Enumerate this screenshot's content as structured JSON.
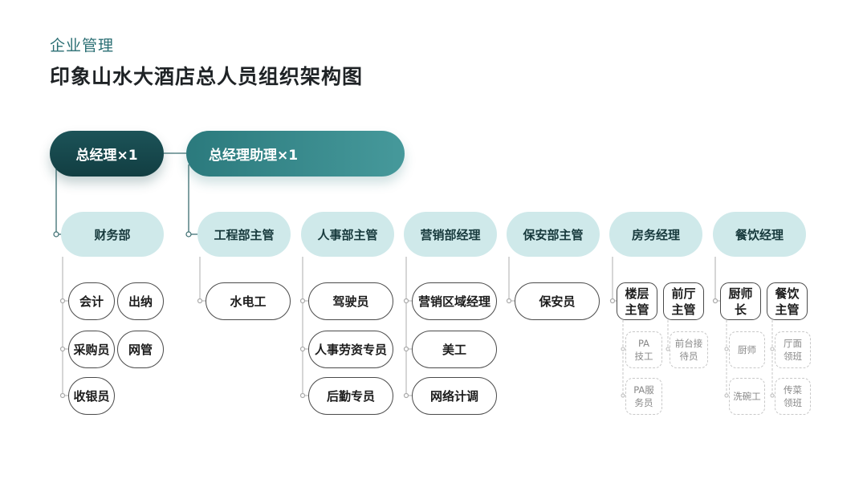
{
  "header": {
    "subtitle": "企业管理",
    "title": "印象山水大酒店总人员组织架构图"
  },
  "top": {
    "gm": "总经理×1",
    "assistant": "总经理助理×1"
  },
  "departments": {
    "finance": "财务部",
    "engineering": "工程部主管",
    "hr": "人事部主管",
    "marketing": "营销部经理",
    "security": "保安部主管",
    "rooms": "房务经理",
    "food": "餐饮经理"
  },
  "finance": {
    "accountant": "会计",
    "cashier_out": "出纳",
    "purchaser": "采购员",
    "netadmin": "网管",
    "cashier": "收银员"
  },
  "engineering": {
    "electrician": "水电工"
  },
  "hr": {
    "driver": "驾驶员",
    "labor": "人事劳资专员",
    "logistics": "后勤专员"
  },
  "marketing": {
    "regional": "营销区域经理",
    "artist": "美工",
    "network": "网络计调"
  },
  "security": {
    "guard": "保安员"
  },
  "rooms": {
    "floor_supervisor": "楼层主管",
    "front_supervisor": "前厅主管",
    "pa_tech": "PA技工",
    "pa_service": "PA服务员",
    "receptionist": "前台接待员"
  },
  "food": {
    "chef_head": "厨师长",
    "fb_supervisor": "餐饮主管",
    "cook": "厨师",
    "dishwasher": "洗碗工",
    "hall_lead": "厅面领班",
    "serving_lead": "传菜领班"
  }
}
